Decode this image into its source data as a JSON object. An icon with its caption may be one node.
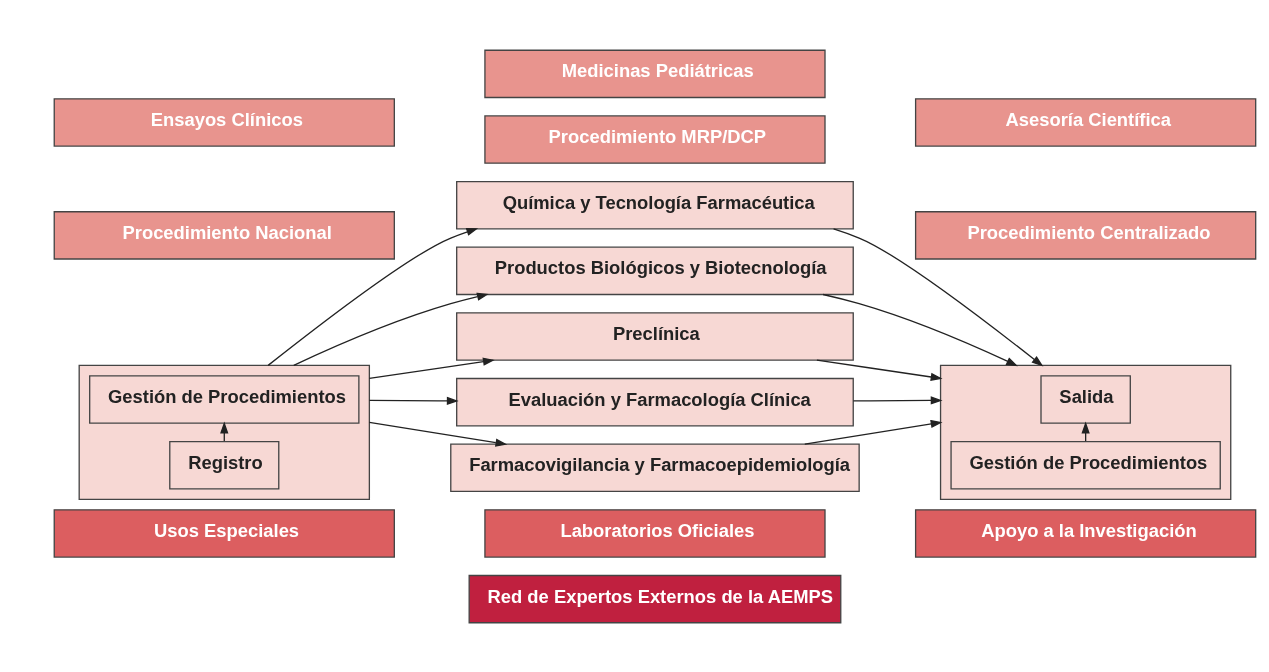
{
  "diagram": {
    "nodes": [
      {
        "text": [
          "Ensayos Clínicos"
        ]
      },
      {
        "text": [
          "Medicinas Pediátricas"
        ]
      },
      {
        "text": [
          "Asesoría Científica"
        ]
      },
      {
        "text": [
          "Procedimiento Nacional"
        ]
      },
      {
        "text": [
          "Procedimiento MRP/DCP"
        ]
      },
      {
        "text": [
          "Procedimiento Centralizado"
        ]
      },
      {
        "text": [],
        "shape": "box"
      },
      {
        "text": [
          "Registro"
        ],
        "in": 6
      },
      {
        "text": [
          "Gestión de Procedimientos"
        ],
        "in": 6
      },
      {
        "text": [
          "Química y Tecnología Farmacéutica"
        ]
      },
      {
        "text": [
          "Productos Biológicos y Biotecnología"
        ]
      },
      {
        "text": [
          "Preclínica"
        ]
      },
      {
        "text": [
          "Evaluación y Farmacología Clínica"
        ]
      },
      {
        "text": [
          "Farmacovigilancia y Farmacoepidemiología"
        ]
      },
      {
        "text": [],
        "shape": "box"
      },
      {
        "text": [
          "Salida"
        ],
        "in": 14
      },
      {
        "text": [
          "Gestión de Procedimientos"
        ],
        "in": 14
      },
      {
        "text": [
          "Usos Especiales"
        ]
      },
      {
        "text": [
          "Laboratorios Oficiales"
        ]
      },
      {
        "text": [
          "Apoyo a la Investigación"
        ]
      },
      {
        "text": [
          "Red de Expertos Externos de la AEMPS"
        ]
      }
    ],
    "edges": [
      {
        "from": 7,
        "to": 8,
        "arrow": "to"
      },
      {
        "from": 6,
        "to": 9,
        "arrow": "to"
      },
      {
        "from": 6,
        "to": 10,
        "arrow": "to"
      },
      {
        "from": 6,
        "to": 11,
        "arrow": "to"
      },
      {
        "from": 6,
        "to": 12,
        "arrow": "to"
      },
      {
        "from": 6,
        "to": 13,
        "arrow": "to"
      },
      {
        "from": 9,
        "to": 14,
        "arrow": "to"
      },
      {
        "from": 10,
        "to": 14,
        "arrow": "to"
      },
      {
        "from": 11,
        "to": 14,
        "arrow": "to"
      },
      {
        "from": 12,
        "to": 14,
        "arrow": "to"
      },
      {
        "from": 13,
        "to": 14,
        "arrow": "to"
      },
      {
        "from": 16,
        "to": 15,
        "arrow": "to"
      }
    ]
  }
}
